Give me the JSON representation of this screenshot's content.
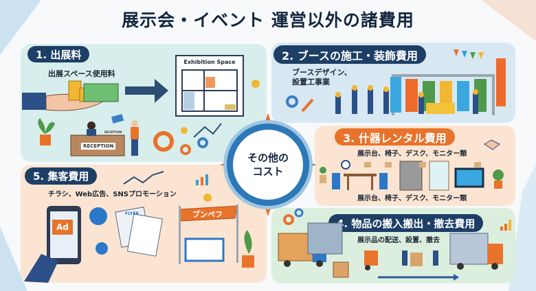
{
  "title": "展示会・イベント 運営以外の諸費用",
  "center": {
    "line1": "その他の",
    "line2": "コスト"
  },
  "sections": [
    {
      "badge": "1. 出展料",
      "subtitle": "出展スペース使用料",
      "floorplan_label": "Exhibition Space",
      "desk_label": "RECEPTION",
      "desk_sign": "RECEPTION"
    },
    {
      "badge": "2. ブースの施工・装飾費用",
      "subtitle_line1": "ブースデザイン、",
      "subtitle_line2": "設置工事業"
    },
    {
      "badge": "3. 什器レンタル費用",
      "subtitle": "展示台、椅子、デスク、モニター類",
      "subtitle_bottom": "展示台、椅子、デスク、モニター類"
    },
    {
      "badge": "4. 物品の搬入搬出・撤去費用",
      "subtitle": "展示品の配送、設置、撤去"
    },
    {
      "badge": "5. 集客費用",
      "subtitle": "チラシ、Web広告、SNSプロモーション",
      "ad_label": "Ad",
      "flyer_label": "FLYER",
      "banner_label": "ブンペフ"
    }
  ],
  "colors": {
    "navy": "#1d3f66",
    "orange": "#e8732a",
    "teal_panel": "#d8eeec",
    "blue_panel": "#d7e8f3",
    "peach_panel": "#fbe4d2",
    "green_panel": "#dcefdf"
  }
}
